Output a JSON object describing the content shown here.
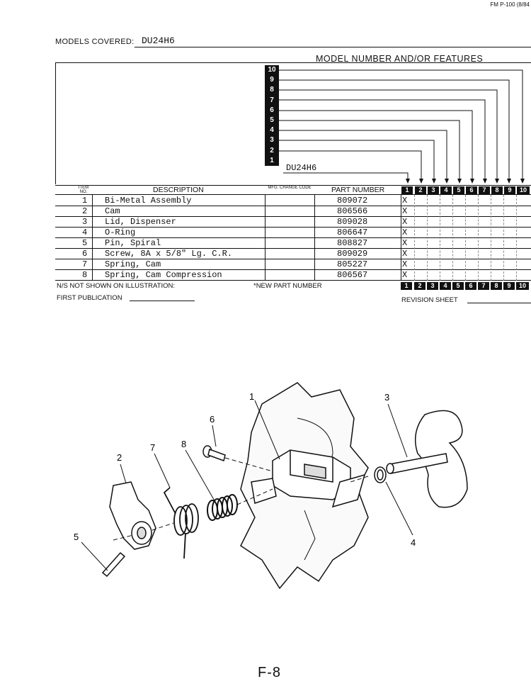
{
  "form_id": "FM P-100 (8/84",
  "header": {
    "models_covered_label": "MODELS COVERED:",
    "models_covered_value": "DU24H6",
    "model_features_title": "MODEL NUMBER AND/OR FEATURES",
    "model_numbers": [
      "10",
      "9",
      "8",
      "7",
      "6",
      "5",
      "4",
      "3",
      "2",
      "1"
    ],
    "model_1_value": "DU24H6"
  },
  "table": {
    "headers": {
      "item_no": "ITEM NO.",
      "description": "DESCRIPTION",
      "mfg_change_code": "MFG. CHANGE CODE",
      "part_number": "PART NUMBER"
    },
    "model_columns": [
      "1",
      "2",
      "3",
      "4",
      "5",
      "6",
      "7",
      "8",
      "9",
      "10"
    ],
    "rows": [
      {
        "item": "1",
        "description": "Bi-Metal Assembly",
        "part": "809072",
        "mark": "X"
      },
      {
        "item": "2",
        "description": "Cam",
        "part": "806566",
        "mark": "X"
      },
      {
        "item": "3",
        "description": "Lid, Dispenser",
        "part": "809028",
        "mark": "X"
      },
      {
        "item": "4",
        "description": "O-Ring",
        "part": "806647",
        "mark": "X"
      },
      {
        "item": "5",
        "description": "Pin, Spiral",
        "part": "808827",
        "mark": "X"
      },
      {
        "item": "6",
        "description": "Screw, 8A x 5/8\" Lg. C.R.",
        "part": "809029",
        "mark": "X"
      },
      {
        "item": "7",
        "description": "Spring, Cam",
        "part": "805227",
        "mark": "X"
      },
      {
        "item": "8",
        "description": "Spring, Cam Compression",
        "part": "806567",
        "mark": "X"
      }
    ]
  },
  "footer": {
    "ns_note": "N/S NOT SHOWN ON ILLUSTRATION:",
    "new_part_note": "*NEW PART NUMBER",
    "first_publication": "FIRST PUBLICATION",
    "revision_sheet": "REVISION SHEET"
  },
  "illustration": {
    "callouts": [
      "1",
      "2",
      "3",
      "4",
      "5",
      "6",
      "7",
      "8"
    ]
  },
  "page_number": "F-8"
}
